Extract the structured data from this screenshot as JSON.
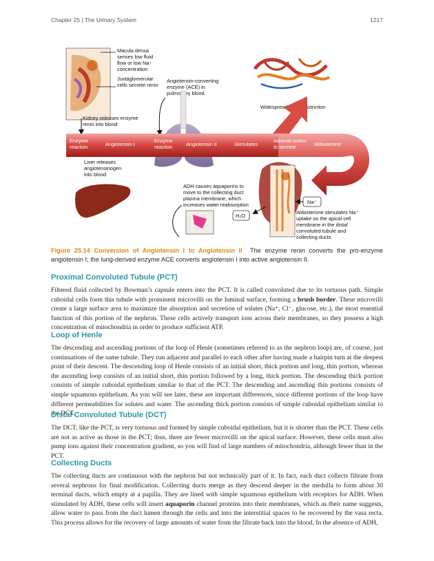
{
  "header": {
    "chapter": "Chapter 25 | The Urinary System",
    "page": "1217"
  },
  "figure": {
    "labels": {
      "macula_densa": [
        "Macula densa",
        "senses low fluid",
        "flow or low Na⁺",
        "concentration"
      ],
      "juxtaglomerular": [
        "Juxtaglomerular",
        "cells secrete renin"
      ],
      "ace": [
        "Angiotensin-converting",
        "enzyme (ACE) in",
        "pulmonary blood"
      ],
      "vasoconstriction": "Widespread vasoconstriction",
      "kidney_releases": [
        "Kidney releases enzyme",
        "renin into blood"
      ],
      "enzyme_reaction_1": [
        "Enzyme",
        "reaction"
      ],
      "angiotensin_1": "Angiotensin I",
      "enzyme_reaction_2": [
        "Enzyme",
        "reaction"
      ],
      "angiotensin_2": "Angiotensin II",
      "stimulates": "Stimulates",
      "adrenal_cortex": [
        "Adrenal cortex",
        "to secrete"
      ],
      "aldosterone": "Aldosterone",
      "liver_releases": [
        "Liver releases",
        "angiotensinogen",
        "into blood"
      ],
      "adh": [
        "ADH causes aquaporins to",
        "move to the collecting duct",
        "plasma membrane, which",
        "increases water reabsorption"
      ],
      "na": "Na⁺",
      "h2o": "H₂O",
      "aldosterone_stimulates": [
        "Aldosterone stimulates Na⁺",
        "uptake on the apical cell",
        "membrane in the distal",
        "convoluted tubule and",
        "collecting ducts"
      ]
    },
    "caption_number": "Figure 25.14 Conversion of Angiotensin I to Angiotensin II",
    "caption_text": "The enzyme renin converts the pro-enzyme angiotensin I; the lung-derived enzyme ACE converts angiotensin I into active angiotensin II."
  },
  "sections": {
    "pct": {
      "title": "Proximal Convoluted Tubule (PCT)",
      "p1a": "Filtered fluid collected by Bowman’s capsule enters into the PCT. It is called convoluted due to its tortuous path. Simple cuboidal cells form this tubule with prominent microvilli on the luminal surface, forming a ",
      "p1b": "brush border",
      "p1c": ". These microvilli create a large surface area to maximize the absorption and secretion of solutes (Na⁺, Cl⁻, glucose, etc.), the most essential function of this portion of the nephron. These cells actively transport ions across their membranes, so they possess a high concentration of mitochondria in order to produce sufficient ATP."
    },
    "loop": {
      "title": "Loop of Henle",
      "p1": "The descending and ascending portions of the loop of Henle (sometimes referred to as the nephron loop) are, of course, just continuations of the same tubule. They run adjacent and parallel to each other after having made a hairpin turn at the deepest point of their descent. The descending loop of Henle consists of an initial short, thick portion and long, thin portion, whereas the ascending loop consists of an initial short, thin portion followed by a long, thick portion. The descending thick portion consists of simple cuboidal epithelium similar to that of the PCT. The descending and ascending thin portions consists of simple squamous epithelium. As you will see later, these are important differences, since different portions of the loop have different permeabilities for solutes and water. The ascending thick portion consists of simple cuboidal epithelium similar to the DCT."
    },
    "dct": {
      "title": "Distal Convoluted Tubule (DCT)",
      "p1": "The DCT, like the PCT, is very tortuous and formed by simple cuboidal epithelium, but it is shorter than the PCT. These cells are not as active as those in the PCT; thus, there are fewer microvilli on the apical surface. However, these cells must also pump ions against their concentration gradient, so you will find of large numbers of mitochondria, although fewer than in the PCT."
    },
    "ducts": {
      "title": "Collecting Ducts",
      "p1a": "The collecting ducts are continuous with the nephron but not technically part of it. In fact, each duct collects filtrate from several nephrons for final modification. Collecting ducts merge as they descend deeper in the medulla to form about 30 terminal ducts, which empty at a papilla. They are lined with simple squamous epithelium with receptors for ADH. When stimulated by ADH, these cells will insert ",
      "p1b": "aquaporin",
      "p1c": " channel proteins into their membranes, which as their name suggests, allow water to pass from the duct lumen through the cells and into the interstitial spaces to be recovered by the vasa recta. This process allows for the recovery of large amounts of water from the filtrate back into the blood. In the absence of ADH,"
    }
  }
}
